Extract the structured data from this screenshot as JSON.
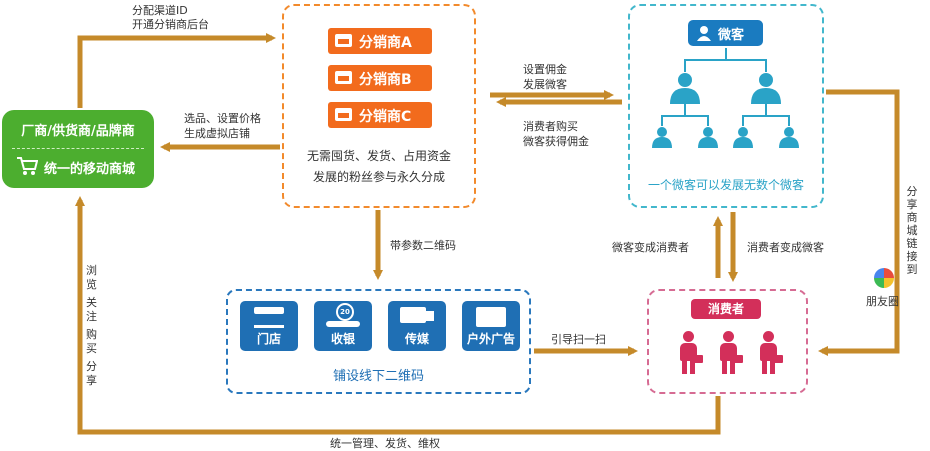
{
  "factory": {
    "title": "厂商/供货商/品牌商",
    "subtitle": "统一的移动商城"
  },
  "distributors": {
    "items": [
      "分销商A",
      "分销商B",
      "分销商C"
    ],
    "desc": [
      "无需囤货、发货、占用资金",
      "发展的粉丝参与永久分成"
    ]
  },
  "weike": {
    "title": "微客",
    "caption": "一个微客可以发展无数个微客"
  },
  "qr": {
    "items": [
      "门店",
      "收银",
      "传媒",
      "户外广告"
    ],
    "badge": "20",
    "caption": "铺设线下二维码"
  },
  "consumer": {
    "title": "消费者"
  },
  "labels": {
    "assign_id": "分配渠道ID",
    "open_backend": "开通分销商后台",
    "select_goods": "选品、设置价格",
    "virtual_shop": "生成虚拟店铺",
    "set_commission": "设置佣金",
    "develop_weike": "发展微客",
    "consumer_buy": "消费者购买",
    "weike_gain": "微客获得佣金",
    "qr_param": "带参数二维码",
    "weike_to_consumer": "微客变成消费者",
    "consumer_to_weike": "消费者变成微客",
    "guide_scan": "引导扫一扫",
    "share_chars": [
      "分",
      "享",
      "商",
      "城",
      "链",
      "接",
      "到"
    ],
    "moments": "朋友圈",
    "browse_chars": [
      "浏",
      "览",
      "关",
      "注",
      "购",
      "买",
      "分",
      "享"
    ],
    "unified": "统一管理、发货、维权"
  },
  "colors": {
    "arrow": "#c58a2a",
    "green": "#4cae2f",
    "orange": "#f26b1d",
    "cyan": "#42b7cc",
    "blue": "#1f6fb4",
    "pink": "#d32f5a"
  }
}
